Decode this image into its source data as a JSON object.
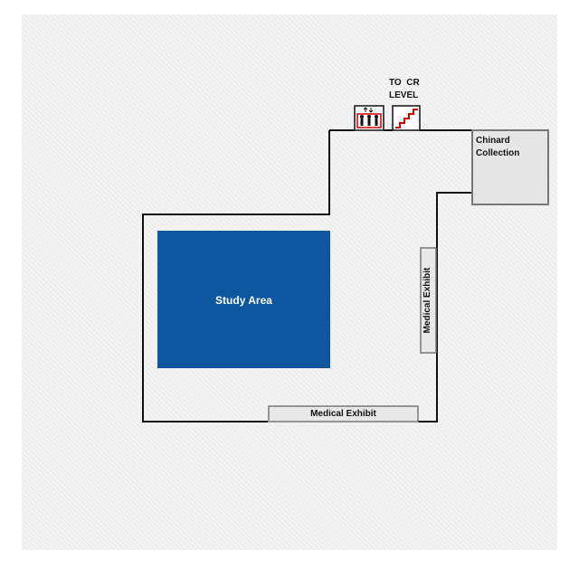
{
  "map": {
    "rooms": {
      "study_area": "Study Area",
      "chinard_line1": "Chinard",
      "chinard_line2": "Collection",
      "medical_exhibit_horizontal": "Medical Exhibit",
      "medical_exhibit_vertical": "Medical Exhibit"
    },
    "stairs": {
      "line1": "TO  CR",
      "line2": "LEVEL"
    },
    "icons": {
      "elevator": "elevator-icon",
      "stairs": "stairs-icon"
    },
    "colors": {
      "study_area": "#0f56a0",
      "exhibit_fill": "#e8e8e8",
      "exhibit_border": "#777777",
      "chinard_fill": "#e6e6e6",
      "wall": "#111111",
      "icon_red": "#cc0000"
    }
  }
}
